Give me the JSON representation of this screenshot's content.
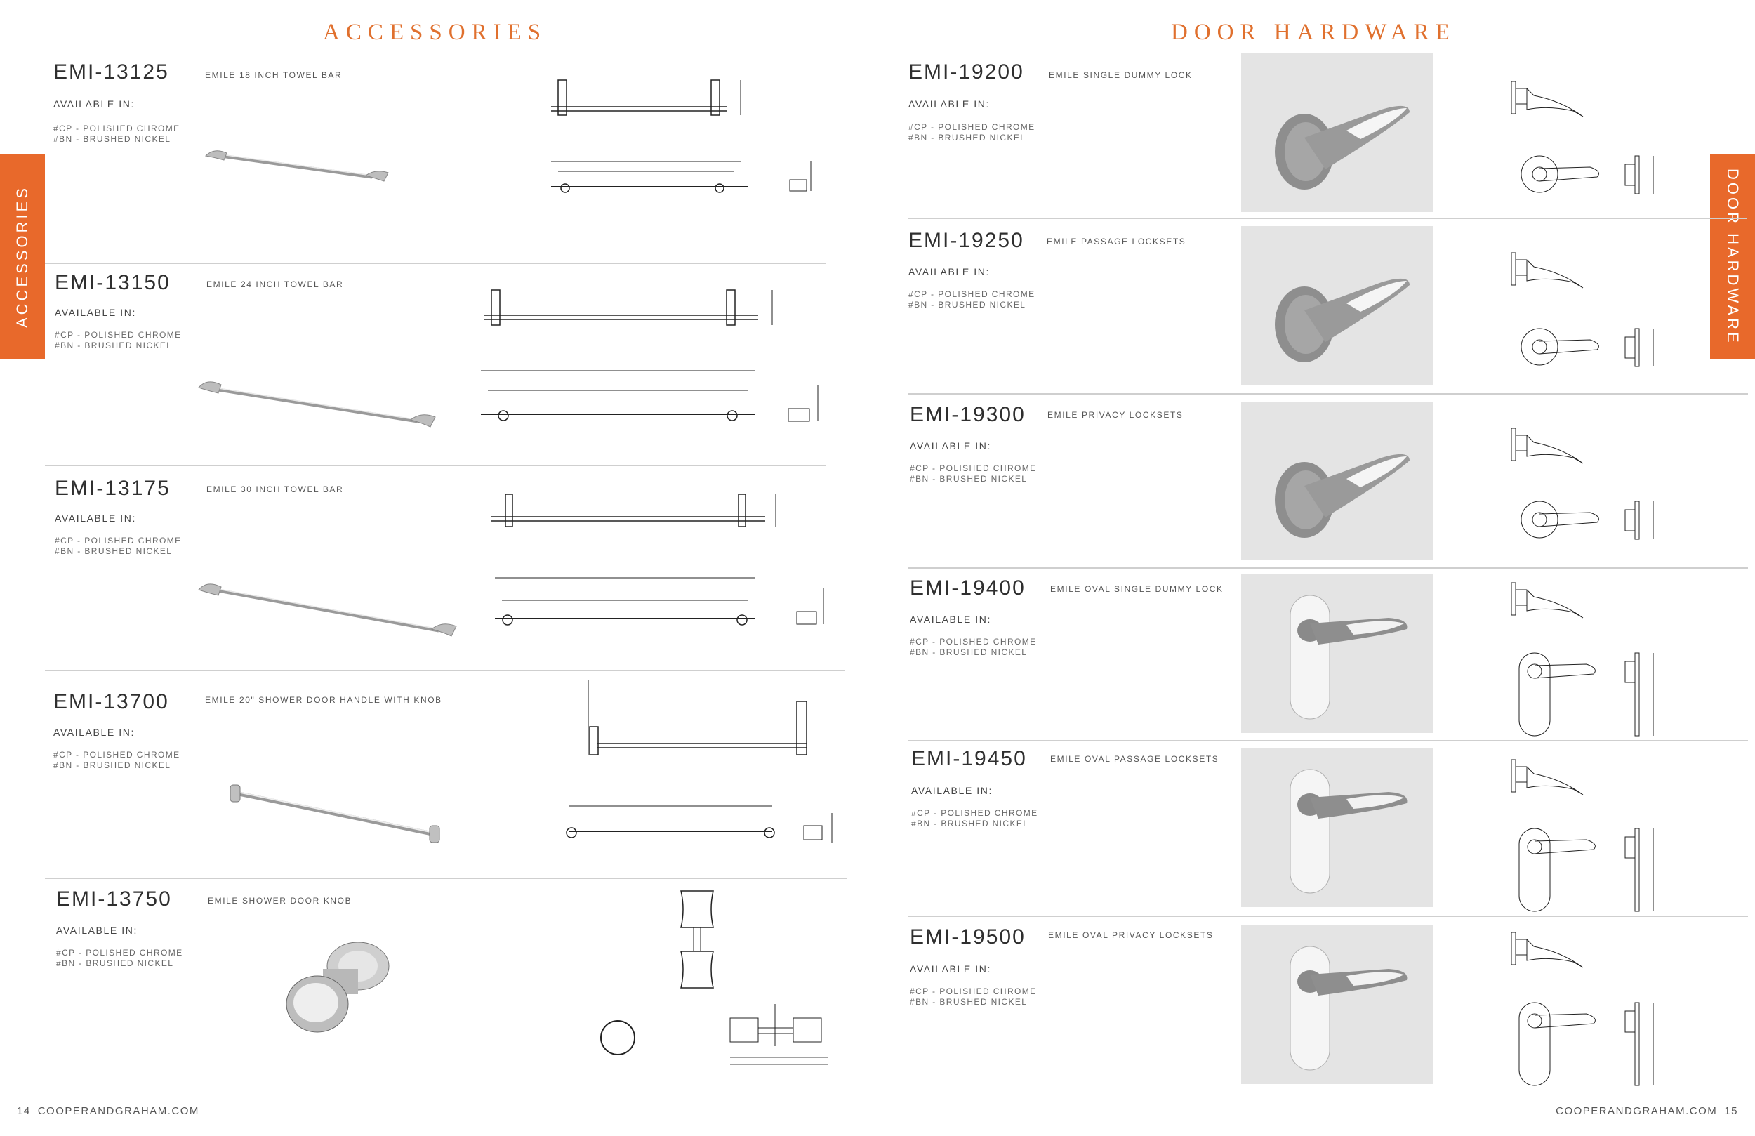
{
  "left": {
    "section_title": "ACCESSORIES",
    "side_tab": "ACCESSORIES",
    "page_number": "14",
    "website": "COOPERANDGRAHAM.COM",
    "items": [
      {
        "sku": "EMI-13125",
        "description": "EMILE 18 INCH TOWEL BAR",
        "available_label": "AVAILABLE IN:",
        "finish_1": "#CP - POLISHED CHROME",
        "finish_2": "#BN - BRUSHED NICKEL"
      },
      {
        "sku": "EMI-13150",
        "description": "EMILE 24 INCH TOWEL BAR",
        "available_label": "AVAILABLE IN:",
        "finish_1": "#CP - POLISHED CHROME",
        "finish_2": "#BN - BRUSHED NICKEL"
      },
      {
        "sku": "EMI-13175",
        "description": "EMILE 30 INCH TOWEL BAR",
        "available_label": "AVAILABLE IN:",
        "finish_1": "#CP - POLISHED CHROME",
        "finish_2": "#BN - BRUSHED NICKEL"
      },
      {
        "sku": "EMI-13700",
        "description": "EMILE 20\" SHOWER DOOR HANDLE WITH KNOB",
        "available_label": "AVAILABLE IN:",
        "finish_1": "#CP - POLISHED CHROME",
        "finish_2": "#BN - BRUSHED NICKEL"
      },
      {
        "sku": "EMI-13750",
        "description": "EMILE SHOWER DOOR KNOB",
        "available_label": "AVAILABLE IN:",
        "finish_1": "#CP - POLISHED CHROME",
        "finish_2": "#BN - BRUSHED NICKEL"
      }
    ]
  },
  "right": {
    "section_title": "DOOR HARDWARE",
    "side_tab": "DOOR HARDWARE",
    "page_number": "15",
    "website": "COOPERANDGRAHAM.COM",
    "items": [
      {
        "sku": "EMI-19200",
        "description": "EMILE SINGLE DUMMY LOCK",
        "available_label": "AVAILABLE IN:",
        "finish_1": "#CP - POLISHED CHROME",
        "finish_2": "#BN - BRUSHED NICKEL"
      },
      {
        "sku": "EMI-19250",
        "description": "EMILE PASSAGE LOCKSETS",
        "available_label": "AVAILABLE IN:",
        "finish_1": "#CP - POLISHED CHROME",
        "finish_2": "#BN - BRUSHED NICKEL"
      },
      {
        "sku": "EMI-19300",
        "description": "EMILE PRIVACY LOCKSETS",
        "available_label": "AVAILABLE IN:",
        "finish_1": "#CP - POLISHED CHROME",
        "finish_2": "#BN - BRUSHED NICKEL"
      },
      {
        "sku": "EMI-19400",
        "description": "EMILE OVAL SINGLE DUMMY LOCK",
        "available_label": "AVAILABLE IN:",
        "finish_1": "#CP - POLISHED CHROME",
        "finish_2": "#BN - BRUSHED NICKEL"
      },
      {
        "sku": "EMI-19450",
        "description": "EMILE OVAL PASSAGE LOCKSETS",
        "available_label": "AVAILABLE IN:",
        "finish_1": "#CP - POLISHED CHROME",
        "finish_2": "#BN - BRUSHED NICKEL"
      },
      {
        "sku": "EMI-19500",
        "description": "EMILE OVAL PRIVACY LOCKSETS",
        "available_label": "AVAILABLE IN:",
        "finish_1": "#CP - POLISHED CHROME",
        "finish_2": "#BN - BRUSHED NICKEL"
      }
    ]
  },
  "colors": {
    "accent": "#e8692b",
    "title": "#e0702e",
    "divider": "#cfcfcf"
  }
}
